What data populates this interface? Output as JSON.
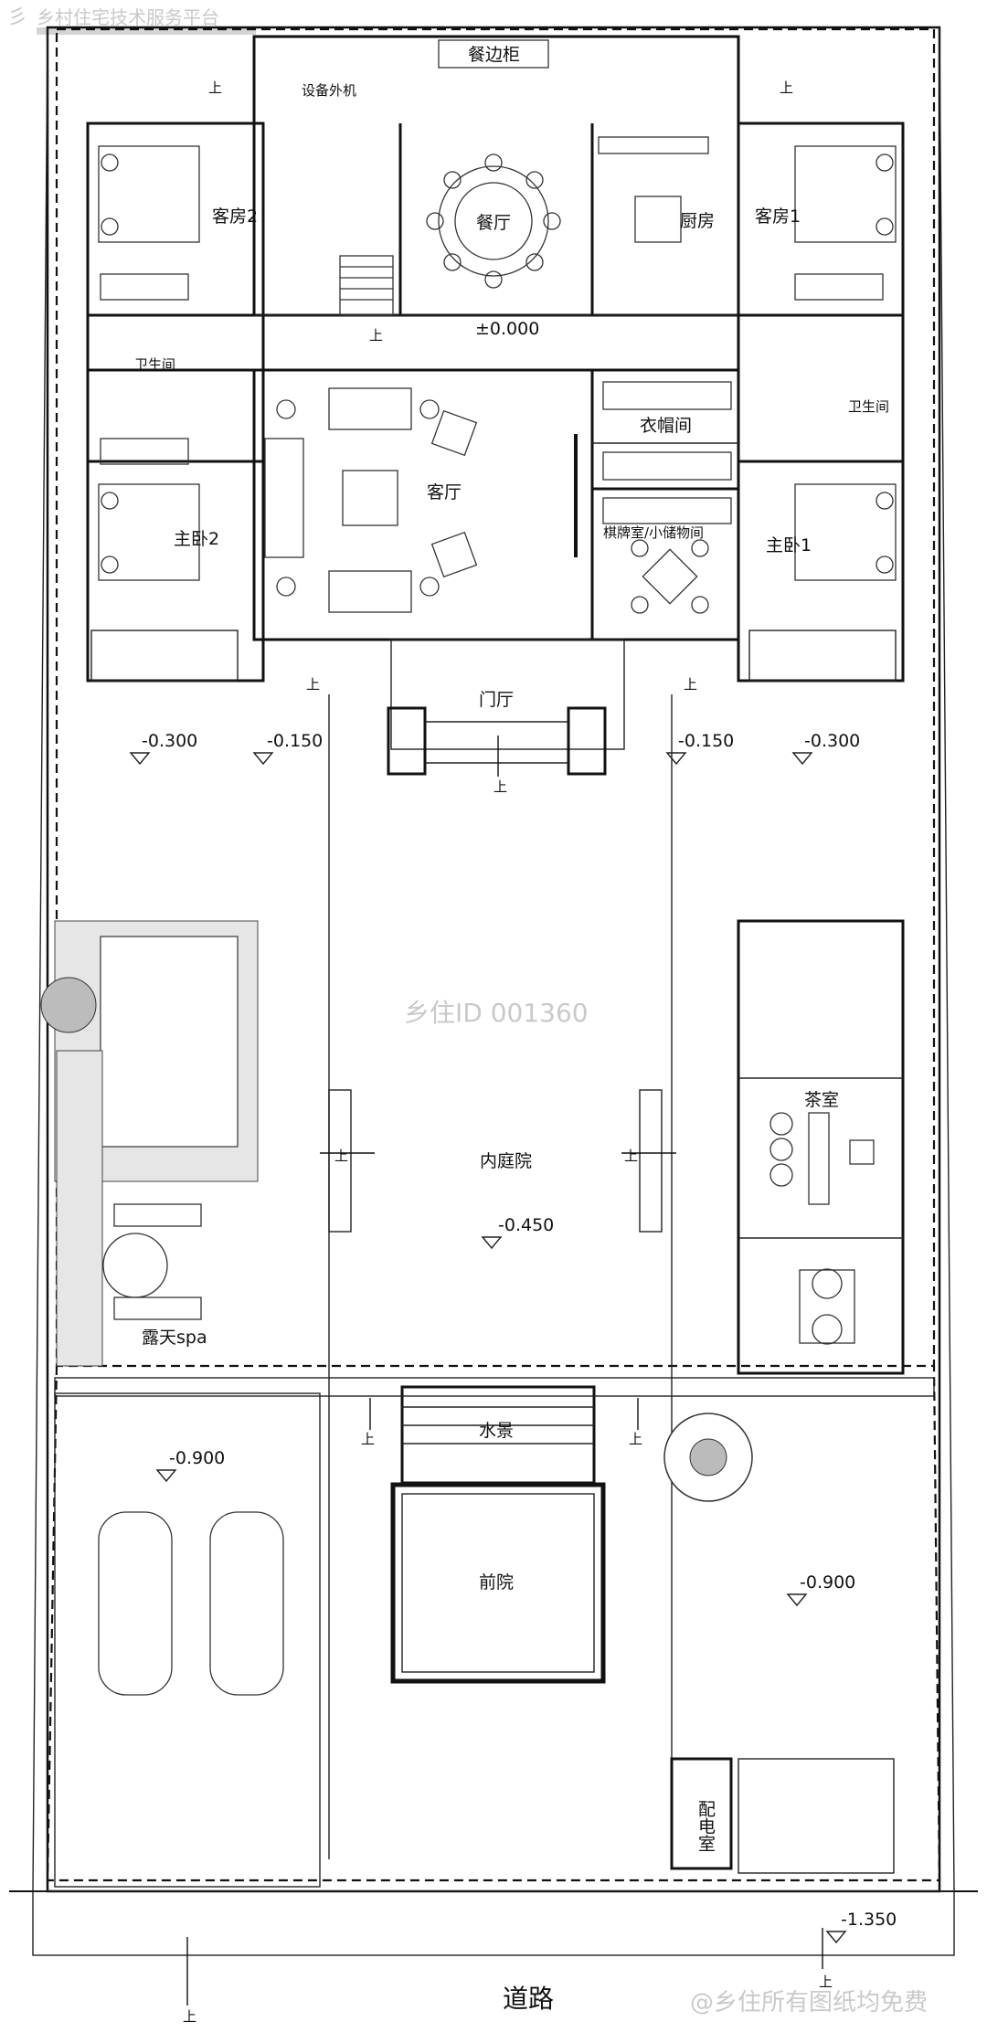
{
  "watermarks": {
    "top_logo": "乡村住宅技术服务平台",
    "center": "乡住ID 001360",
    "bottom": "@乡住所有图纸均免费"
  },
  "rooms": {
    "sideboard": "餐边柜",
    "equipment": "设备外机",
    "dining": "餐厅",
    "kitchen": "厨房",
    "guest2": "客房2",
    "guest1": "客房1",
    "bath_left": "卫生间",
    "bath_right": "卫生间",
    "living": "客厅",
    "closet": "衣帽间",
    "chess_storage": "棋牌室/小储物间",
    "master2": "主卧2",
    "master1": "主卧1",
    "foyer": "门厅",
    "tea_room": "茶室",
    "inner_court": "内庭院",
    "spa": "露天spa",
    "water_feature": "水景",
    "front_court": "前院",
    "power_room": "配电室",
    "road": "道路"
  },
  "levels": {
    "ground": "±0.000",
    "left_outer": "-0.300",
    "left_inner": "-0.150",
    "right_inner": "-0.150",
    "right_outer": "-0.300",
    "court": "-0.450",
    "garage": "-0.900",
    "front_right": "-0.900",
    "entry": "-1.350"
  },
  "up": "上"
}
